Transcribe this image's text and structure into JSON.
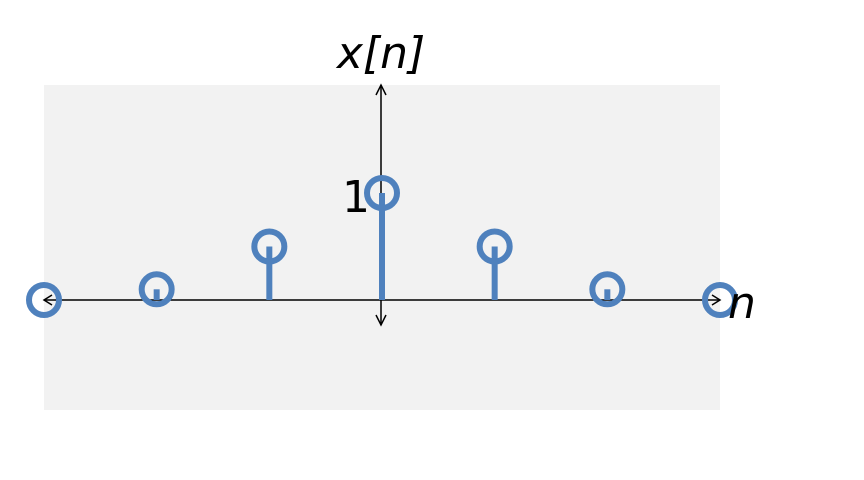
{
  "chart_data": {
    "type": "stem",
    "x": [
      -3,
      -2,
      -1,
      0,
      1,
      2,
      3
    ],
    "values": [
      0,
      0.1,
      0.5,
      1,
      0.5,
      0.1,
      0
    ],
    "xlabel": "n",
    "ylabel": "x[n]",
    "y_tick_labels": [
      "1"
    ],
    "y_tick_values": [
      1
    ],
    "xlim": [
      -3,
      3
    ],
    "grid": false,
    "legend": "none"
  },
  "colors": {
    "stem": "#4f81bd",
    "plot_background": "#f2f2f2",
    "axis": "#000000"
  }
}
